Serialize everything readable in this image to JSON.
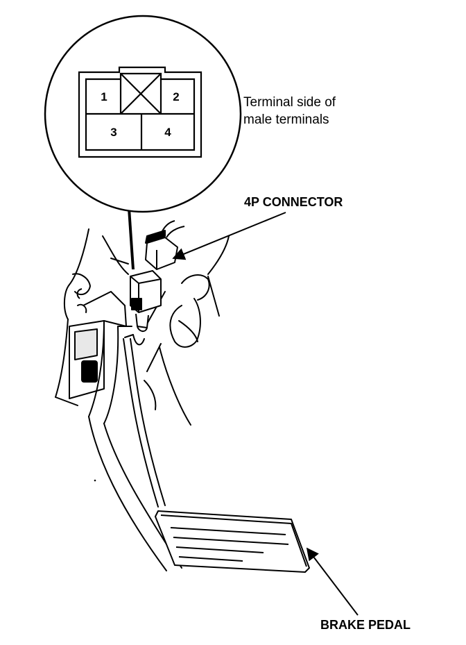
{
  "detail_view": {
    "terminals": [
      {
        "label": "1"
      },
      {
        "label": "2"
      },
      {
        "label": "3"
      },
      {
        "label": "4"
      }
    ],
    "caption_line1": "Terminal side of",
    "caption_line2": "male terminals"
  },
  "callouts": {
    "connector": "4P CONNECTOR",
    "pedal": "BRAKE PEDAL"
  },
  "colors": {
    "ink": "#000000",
    "paper": "#ffffff"
  }
}
